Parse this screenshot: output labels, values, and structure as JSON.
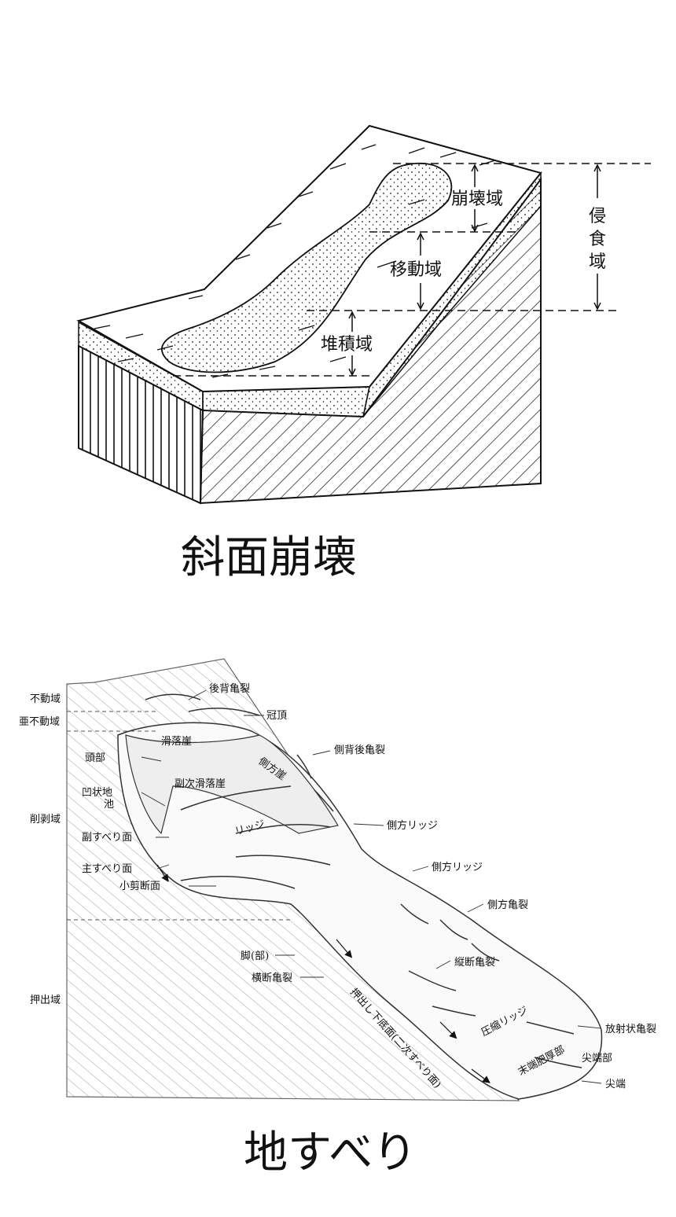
{
  "figure1": {
    "caption": "斜面崩壊",
    "zones": {
      "collapse": "崩壊域",
      "movement": "移動域",
      "deposit": "堆積域"
    },
    "erosion": [
      "侵",
      "食",
      "域"
    ]
  },
  "figure2": {
    "caption": "地すべり",
    "labels": {
      "stable": "不動域",
      "semi_stable": "亜不動域",
      "head": "頭部",
      "depression_pond_1": "凹状地",
      "depression_pond_2": "池",
      "denudation": "削剥域",
      "sub_slip_surface": "副すべり面",
      "main_slip_surface": "主すべり面",
      "minor_shear": "小剪断面",
      "accumulation": "押出域",
      "back_crack": "後背亀裂",
      "crown": "冠頂",
      "scarp": "滑落崖",
      "side_back_crack": "側背後亀裂",
      "side_scarp": "側方崖",
      "secondary_scarp": "副次滑落崖",
      "ridge": "リッジ",
      "side_ridge_1": "側方リッジ",
      "side_ridge_2": "側方リッジ",
      "side_crack": "側方亀裂",
      "foot": "脚(部)",
      "transverse_crack": "横断亀裂",
      "longitudinal_crack": "縦断亀裂",
      "push_bottom": "押出し下底面(二次すべり面)",
      "compression_ridge": "圧縮リッジ",
      "toe_thick": "末端肥厚部",
      "radial_crack": "放射状亀裂",
      "toe_part": "尖端部",
      "toe_tip": "尖端"
    }
  }
}
